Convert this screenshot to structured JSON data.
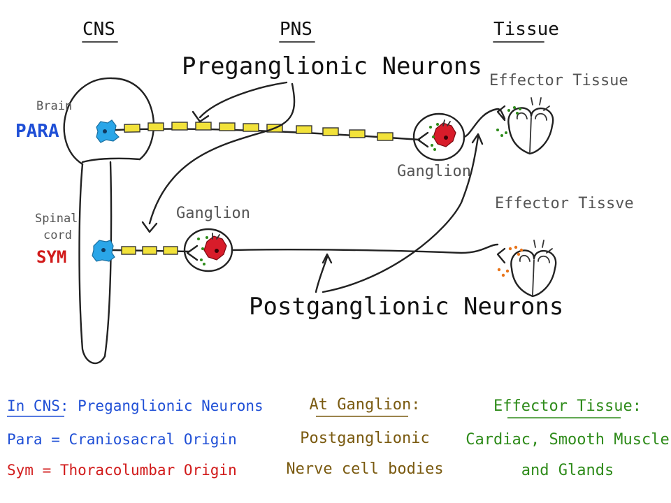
{
  "headers": {
    "cns": "CNS",
    "pns": "PNS",
    "tissue": "Tissue"
  },
  "labels": {
    "preganglionic": "Preganglionic Neurons",
    "postganglionic": "Postganglionic Neurons",
    "brain": "Brain",
    "para": "PARA",
    "spinal": "Spinal",
    "cord": "cord",
    "sym": "SYM",
    "ganglion_top": "Ganglion",
    "ganglion_bottom": "Ganglion",
    "effector_top": "Effector Tissue",
    "effector_bottom": "Effector Tissve"
  },
  "bottom": {
    "cns_prefix": "In CNS",
    "cns_rest": ": Preganglionic Neurons",
    "para_line": "Para = Craniosacral Origin",
    "sym_line": "Sym = Thoracolumbar Origin",
    "ganglion_title": "At Ganglion:",
    "ganglion_line1": "Postganglionic",
    "ganglion_line2": "Nerve cell bodies",
    "effector_title": "Effector Tissue:",
    "effector_line1": "Cardiac, Smooth Muscle",
    "effector_line2": "and Glands"
  },
  "colors": {
    "para_blue": "#1f4fd6",
    "sym_red": "#d11a1a",
    "ganglion_brown": "#7a5a10",
    "effector_green": "#2e8b1a",
    "cell_body_blue": "#2aa6e8",
    "ganglion_cell_red": "#d81c2a",
    "myelin_yellow": "#f2e23a"
  }
}
